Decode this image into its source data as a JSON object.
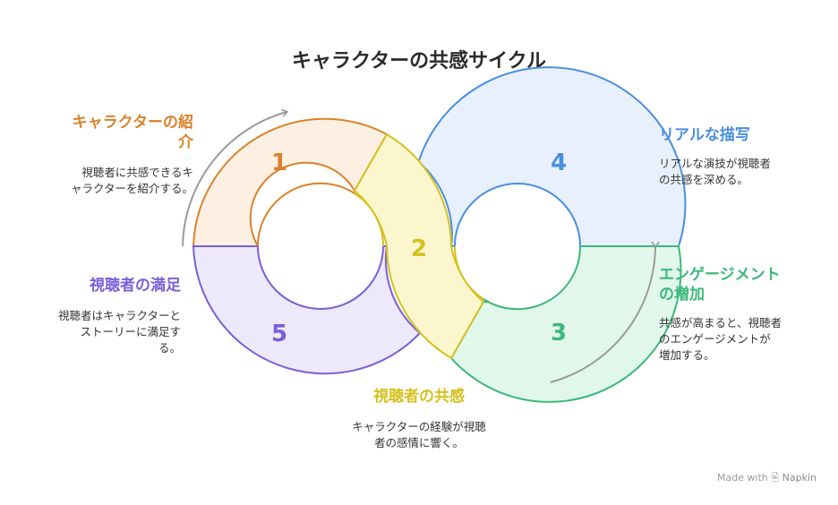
{
  "title": "キャラクターの共感サイクル",
  "stages": [
    {
      "number": "1",
      "heading_line1": "キャラクターの紹",
      "heading_line2": "介",
      "desc_line1": "視聴者に共感できるキ",
      "desc_line2": "ャラクターを紹介する。",
      "color": "#d9822b",
      "fill": "#fdf0e3"
    },
    {
      "number": "2",
      "heading": "視聴者の共感",
      "desc_line1": "キャラクターの経験が視聴",
      "desc_line2": "者の感情に響く。",
      "color": "#d4c11f",
      "fill": "#fcf6cf"
    },
    {
      "number": "3",
      "heading_line1": "エンゲージメント",
      "heading_line2": "の増加",
      "desc_line1": "共感が高まると、視聴者",
      "desc_line2": "のエンゲージメントが",
      "desc_line3": "増加する。",
      "color": "#3db87a",
      "fill": "#e2f7ec"
    },
    {
      "number": "4",
      "heading": "リアルな描写",
      "desc_line1": "リアルな演技が視聴者",
      "desc_line2": "の共感を深める。",
      "color": "#4a8fe0",
      "fill": "#e7f0fc"
    },
    {
      "number": "5",
      "heading": "視聴者の満足",
      "desc_line1": "視聴者はキャラクターと",
      "desc_line2": "ストーリーに満足す",
      "desc_line3": "る。",
      "color": "#7a5fd6",
      "fill": "#ede9fb"
    }
  ],
  "footer": {
    "made_with": "Made with",
    "brand": "Napkin"
  }
}
